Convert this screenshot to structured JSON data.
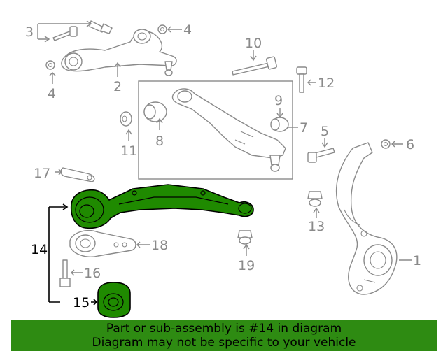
{
  "callouts": {
    "c1": "1",
    "c2": "2",
    "c3": "3",
    "c4a": "4",
    "c4b": "4",
    "c5": "5",
    "c6": "6",
    "c7": "7",
    "c8": "8",
    "c9": "9",
    "c10": "10",
    "c11": "11",
    "c12": "12",
    "c13": "13",
    "c14": "14",
    "c15": "15",
    "c16": "16",
    "c17": "17",
    "c18": "18",
    "c19": "19"
  },
  "highlight_color": "#2e8b12",
  "banner": {
    "line1": "Part or sub-assembly is #14 in diagram",
    "line2": "Diagram may not be specific to your vehicle"
  }
}
